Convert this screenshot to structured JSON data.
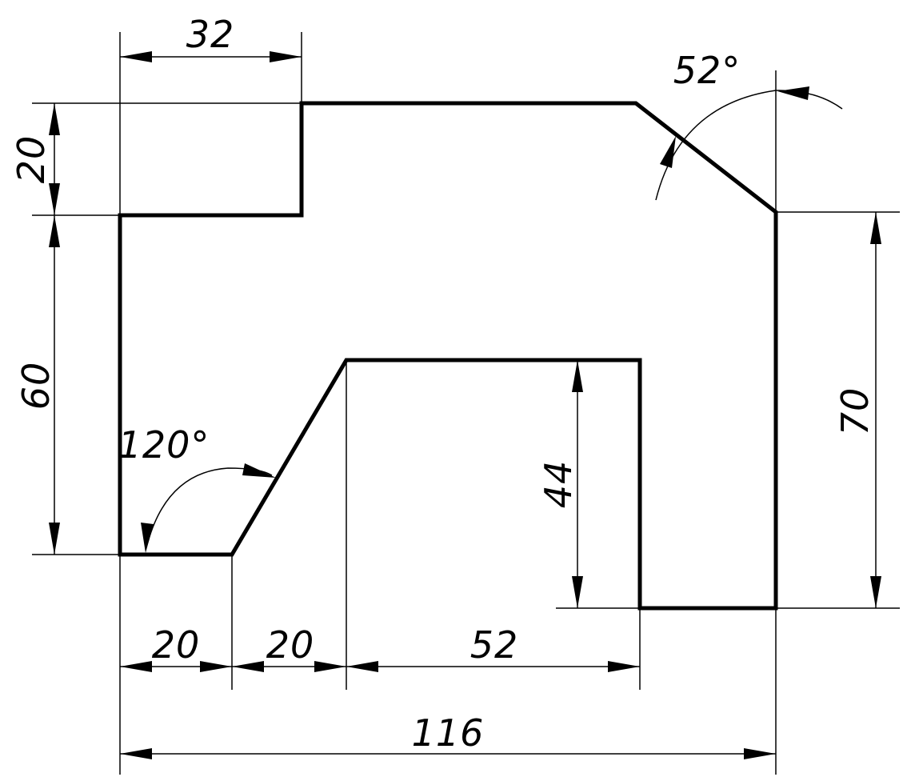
{
  "dimensions": {
    "top_width": "32",
    "top_step_height": "20",
    "left_height": "60",
    "angle_top_right": "52°",
    "angle_bottom_left": "120°",
    "inner_height": "44",
    "right_height": "70",
    "bottom_seg1": "20",
    "bottom_seg2": "20",
    "bottom_seg3": "52",
    "overall_width": "116"
  },
  "colors": {
    "line": "#000000",
    "background": "#ffffff"
  }
}
